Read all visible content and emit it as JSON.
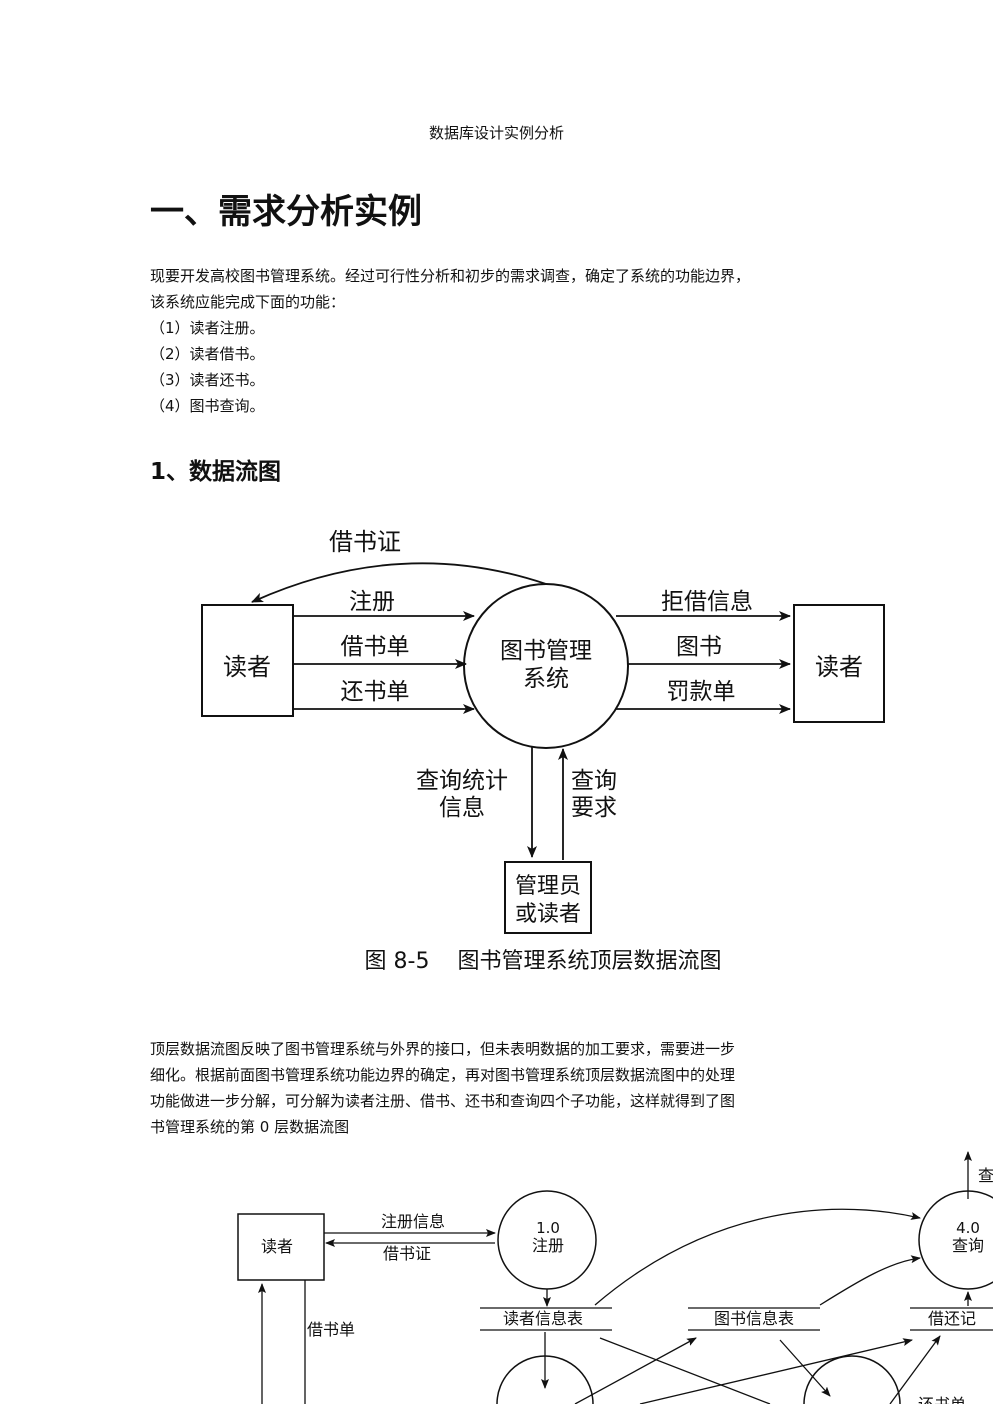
{
  "document": {
    "title": "数据库设计实例分析",
    "heading1": "一、需求分析实例",
    "intro": [
      "现要开发高校图书管理系统。经过可行性分析和初步的需求调查，确定了系统的功能边界，",
      "该系统应能完成下面的功能："
    ],
    "functions": [
      "（1）读者注册。",
      "（2）读者借书。",
      "（3）读者还书。",
      "（4）图书查询。"
    ],
    "heading2": "1、数据流图",
    "body2": [
      "顶层数据流图反映了图书管理系统与外界的接口，但未表明数据的加工要求，需要进一步",
      "细化。根据前面图书管理系统功能边界的确定，再对图书管理系统顶层数据流图中的处理",
      "功能做进一步分解，可分解为读者注册、借书、还书和查询四个子功能，这样就得到了图",
      "书管理系统的第 0 层数据流图"
    ]
  },
  "figure1": {
    "left_entity": "读者",
    "right_entity": "读者",
    "process": [
      "图书管理",
      "系统"
    ],
    "flow_top": "借书证",
    "flows_in": [
      "注册",
      "借书单",
      "还书单"
    ],
    "flows_out": [
      "拒借信息",
      "图书",
      "罚款单"
    ],
    "flow_down": [
      "查询统计",
      "信息"
    ],
    "flow_up": [
      "查询",
      "要求"
    ],
    "bottom_entity": [
      "管理员",
      "或读者"
    ],
    "caption": "图 8-5    图书管理系统顶层数据流图"
  },
  "figure2": {
    "entity": "读者",
    "flow_register_info": "注册信息",
    "flow_card": "借书证",
    "flow_borrow_slip": "借书单",
    "proc_register": [
      "1.0",
      "注册"
    ],
    "proc_query": [
      "4.0",
      "查询"
    ],
    "store_reader": "读者信息表",
    "store_book": "图书信息表",
    "store_record": "借还记",
    "cut_query_label": "查",
    "cut_bottom_label": "还书单"
  }
}
